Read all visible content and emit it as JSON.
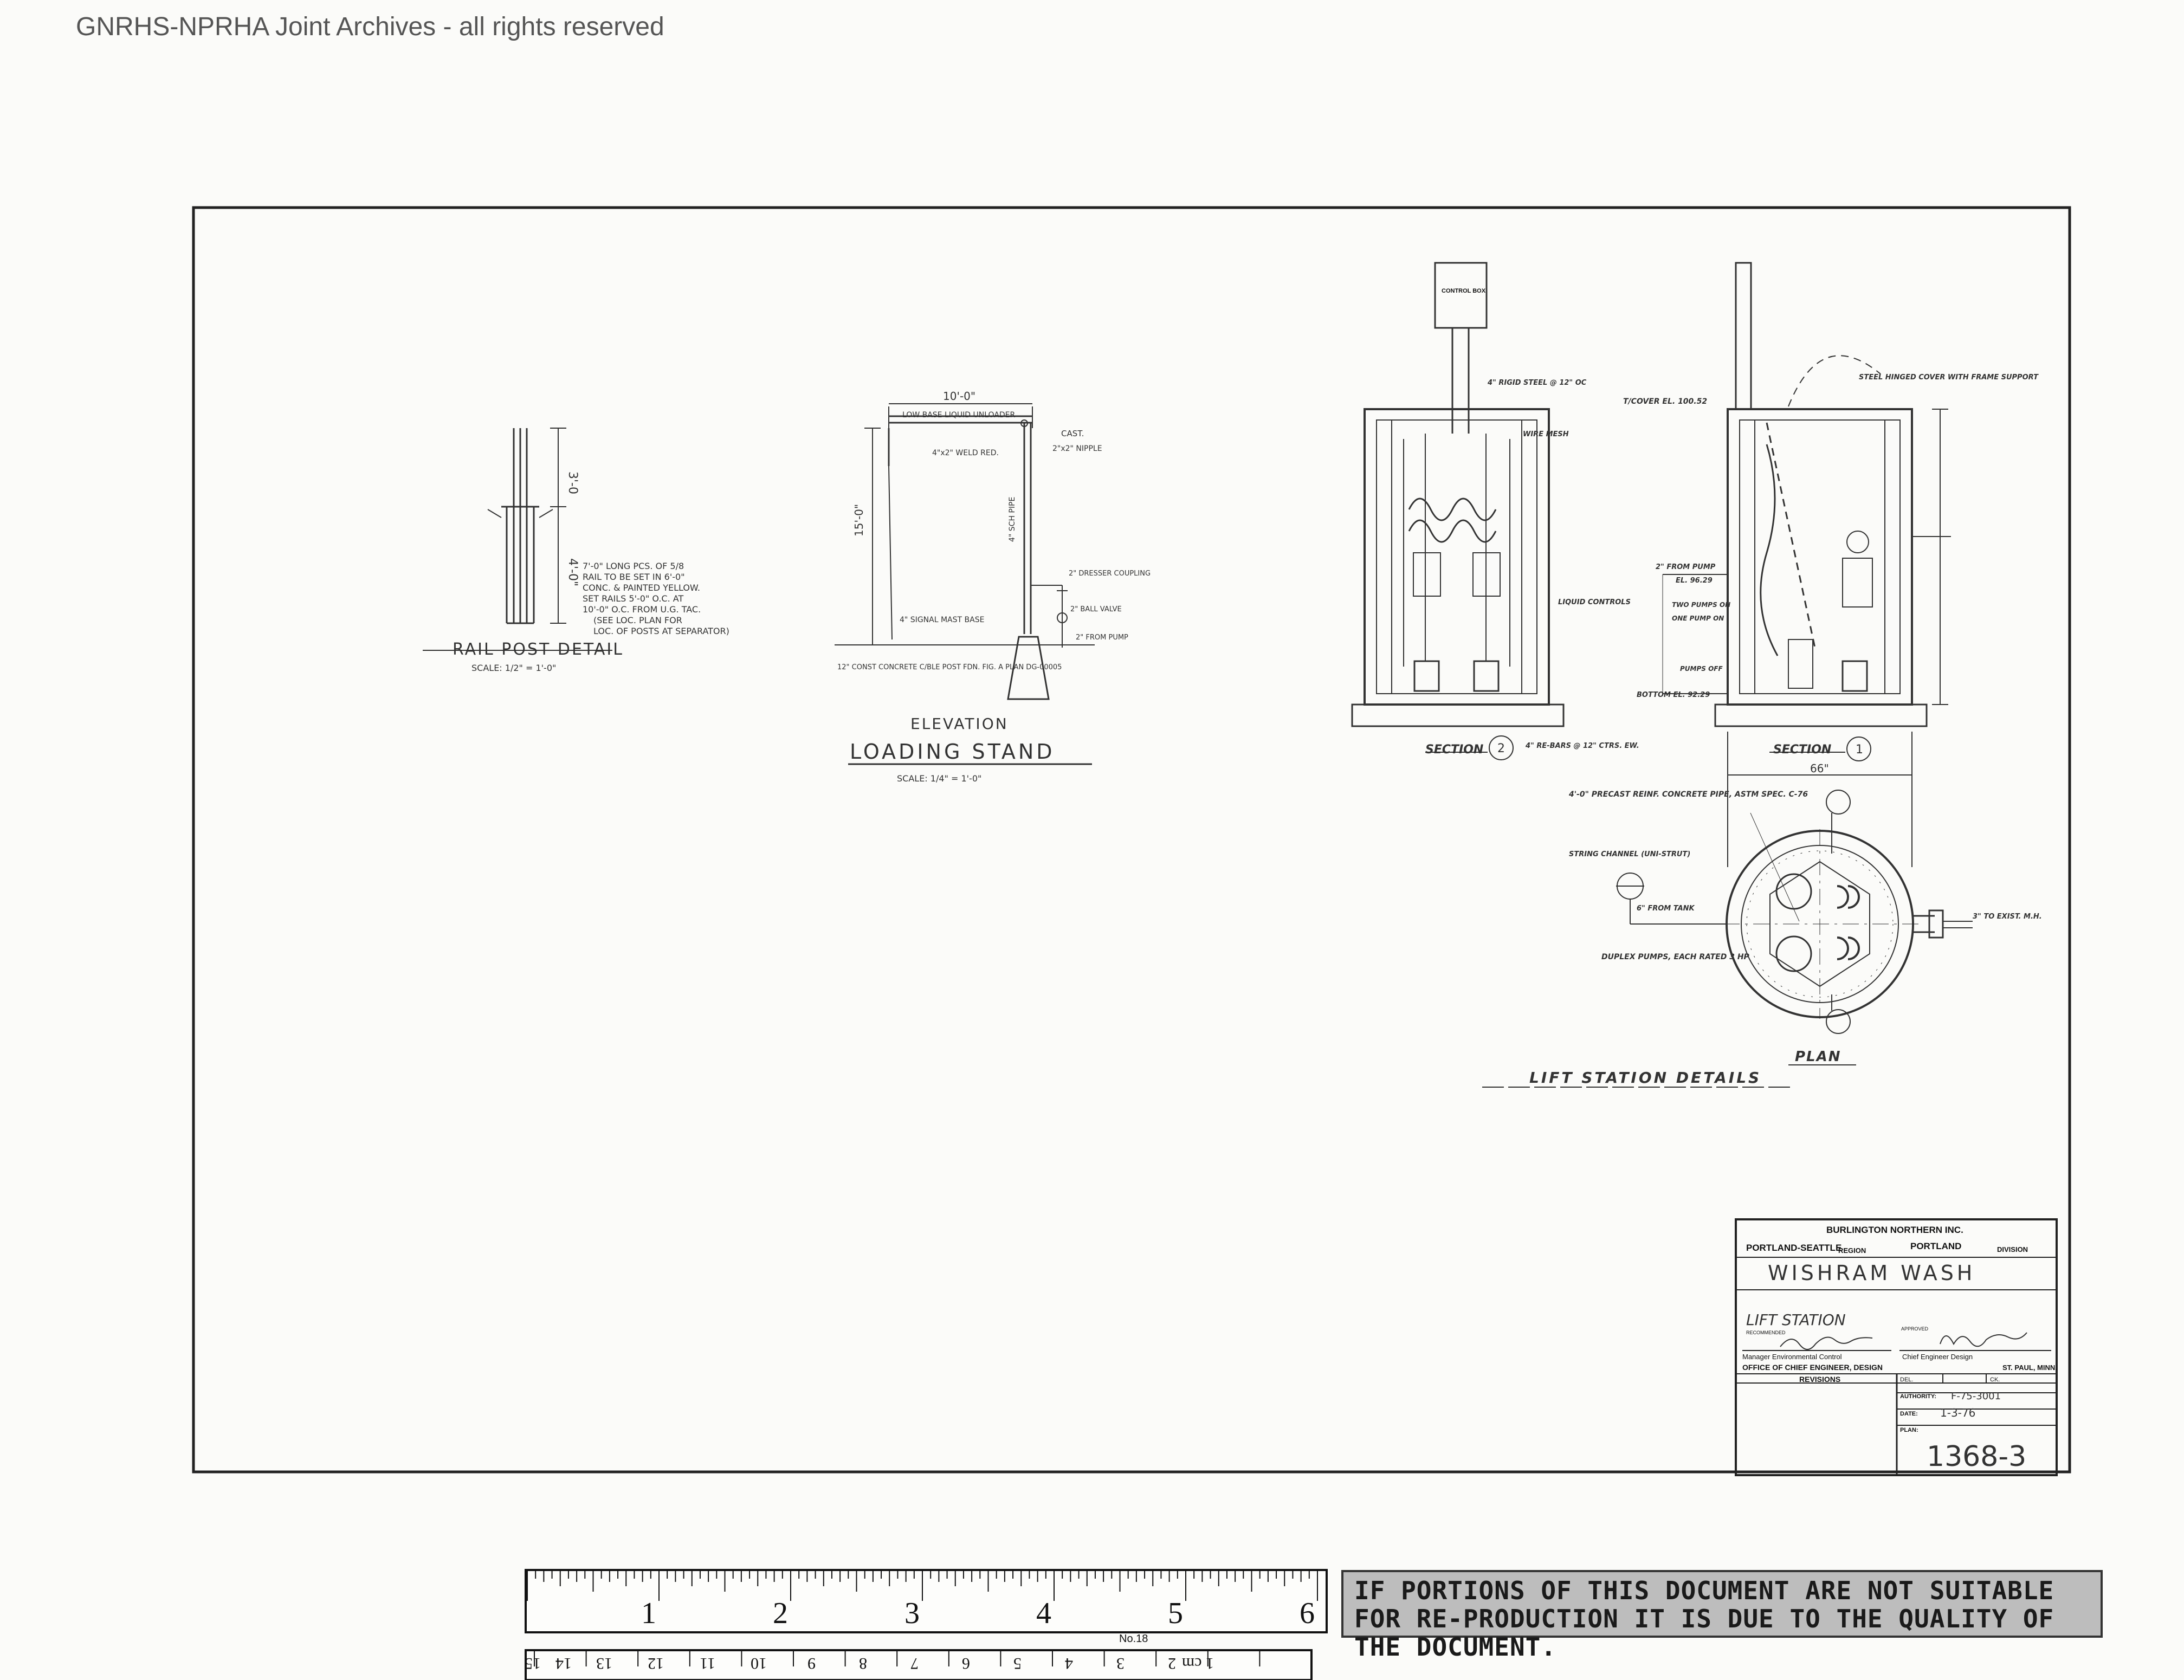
{
  "watermark": "GNRHS-NPRHA Joint Archives - all rights reserved",
  "rail_post": {
    "title": "RAIL POST DETAIL",
    "scale": "SCALE: 1/2\" = 1'-0\"",
    "dim_top": "3'-0",
    "dim_bottom": "4'-0\"",
    "note": [
      "7'-0\" LONG PCS. OF 5/8",
      "RAIL TO BE SET IN 6'-0\"",
      "CONC. & PAINTED YELLOW.",
      "SET RAILS 5'-0\" O.C. AT",
      "10'-0\" O.C. FROM U.G. TAC.",
      "(SEE LOC. PLAN FOR",
      "LOC. OF POSTS AT SEPARATOR)"
    ]
  },
  "loading_stand": {
    "elevation": "ELEVATION",
    "title": "LOADING STAND",
    "scale": "SCALE: 1/4\" = 1'-0\"",
    "dim_width": "10'-0\"",
    "dim_height": "15'-0\"",
    "labels": [
      "LOW BASE LIQUID UNLOADER",
      "CAST.",
      "4\"x2\" WELD RED.",
      "2\"x2\" NIPPLE",
      "4\" SCH PIPE",
      "2\" DRESSER COUPLING",
      "2\" BALL VALVE",
      "4\" SIGNAL MAST BASE",
      "2\" FROM PUMP",
      "12\" CONST CONCRETE C/BLE POST FDN. FIG. A PLAN DG-00005"
    ]
  },
  "lift_station": {
    "caption": "LIFT STATION DETAILS",
    "section_2": "SECTION",
    "section_2_num": "2",
    "section_1": "SECTION",
    "section_1_num": "1",
    "plan": "PLAN",
    "control_box": "CONTROL BOX",
    "dim_66": "66\"",
    "sec2_labels": [
      "4\" RIGID STEEL @ 12\" OC",
      "WIRE MESH",
      "LIQUID CONTROLS",
      "4\" RE-BARS @ 12\" CTRS. EW."
    ],
    "sec1_labels": [
      "T/COVER EL. 100.52",
      "STEEL HINGED COVER WITH FRAME SUPPORT",
      "EL. 96.29",
      "2\" FROM PUMP",
      "TWO PUMPS ON",
      "ONE PUMP ON",
      "PUMPS OFF",
      "BOTTOM EL. 92.29"
    ],
    "plan_labels": [
      "4'-0\" PRECAST REINF. CONCRETE PIPE, ASTM SPEC. C-76",
      "STRING CHANNEL (UNI-STRUT)",
      "6\" FROM TANK",
      "DUPLEX PUMPS, EACH RATED 3 HP",
      "3\" TO EXIST. M.H."
    ]
  },
  "title_block": {
    "company": "BURLINGTON NORTHERN INC.",
    "region": "PORTLAND-SEATTLE",
    "region_label": "REGION",
    "division": "PORTLAND",
    "division_label": "DIVISION",
    "project": "WISHRAM WASH",
    "drawing_title": "LIFT STATION",
    "recommended_label": "RECOMMENDED",
    "approved_label": "APPROVED",
    "recommended_title": "Manager Environmental Control",
    "approved_title": "Chief Engineer Design",
    "office": "OFFICE OF CHIEF ENGINEER, DESIGN",
    "city": "ST. PAUL, MINN.",
    "revisions": "REVISIONS",
    "del_label": "DEL.",
    "ck_label": "CK.",
    "authority_label": "AUTHORITY:",
    "authority": "F-75-3001",
    "date_label": "DATE:",
    "date": "1-3-76",
    "plan_label": "PLAN:",
    "plan_no": "1368-3"
  },
  "ruler": {
    "inch_labels": [
      "1",
      "2",
      "3",
      "4",
      "5",
      "6"
    ],
    "cm_labels": [
      "1 cm",
      "2",
      "3",
      "4",
      "5",
      "6",
      "7",
      "8",
      "9",
      "10",
      "11",
      "12",
      "13",
      "14",
      "15"
    ],
    "maker": "No.18"
  },
  "notice": "IF PORTIONS OF THIS DOCUMENT ARE NOT SUITABLE FOR RE-PRODUCTION IT IS DUE TO THE QUALITY OF THE DOCUMENT."
}
